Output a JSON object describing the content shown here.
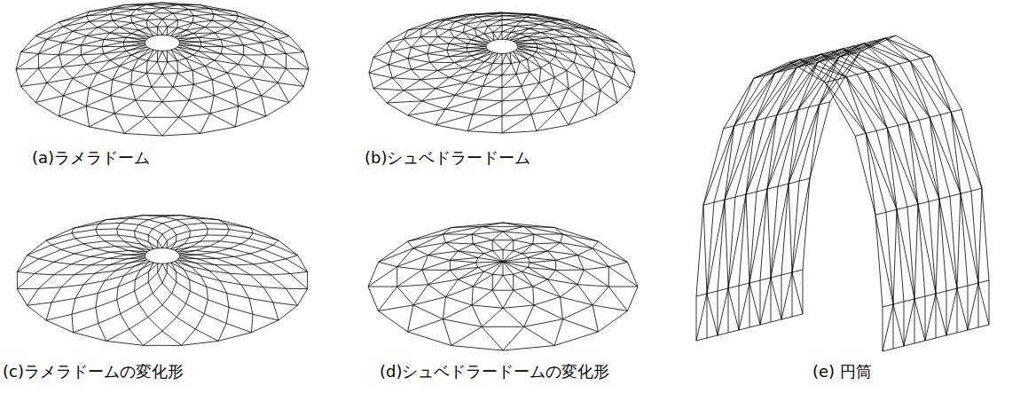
{
  "diagram": {
    "labels": [
      "(a)ラメラドーム",
      "(b)シュベドラードーム",
      "(c)ラメラドームの変化形",
      "(d)シュベドラードームの変化形",
      "(e) 円筒"
    ]
  }
}
